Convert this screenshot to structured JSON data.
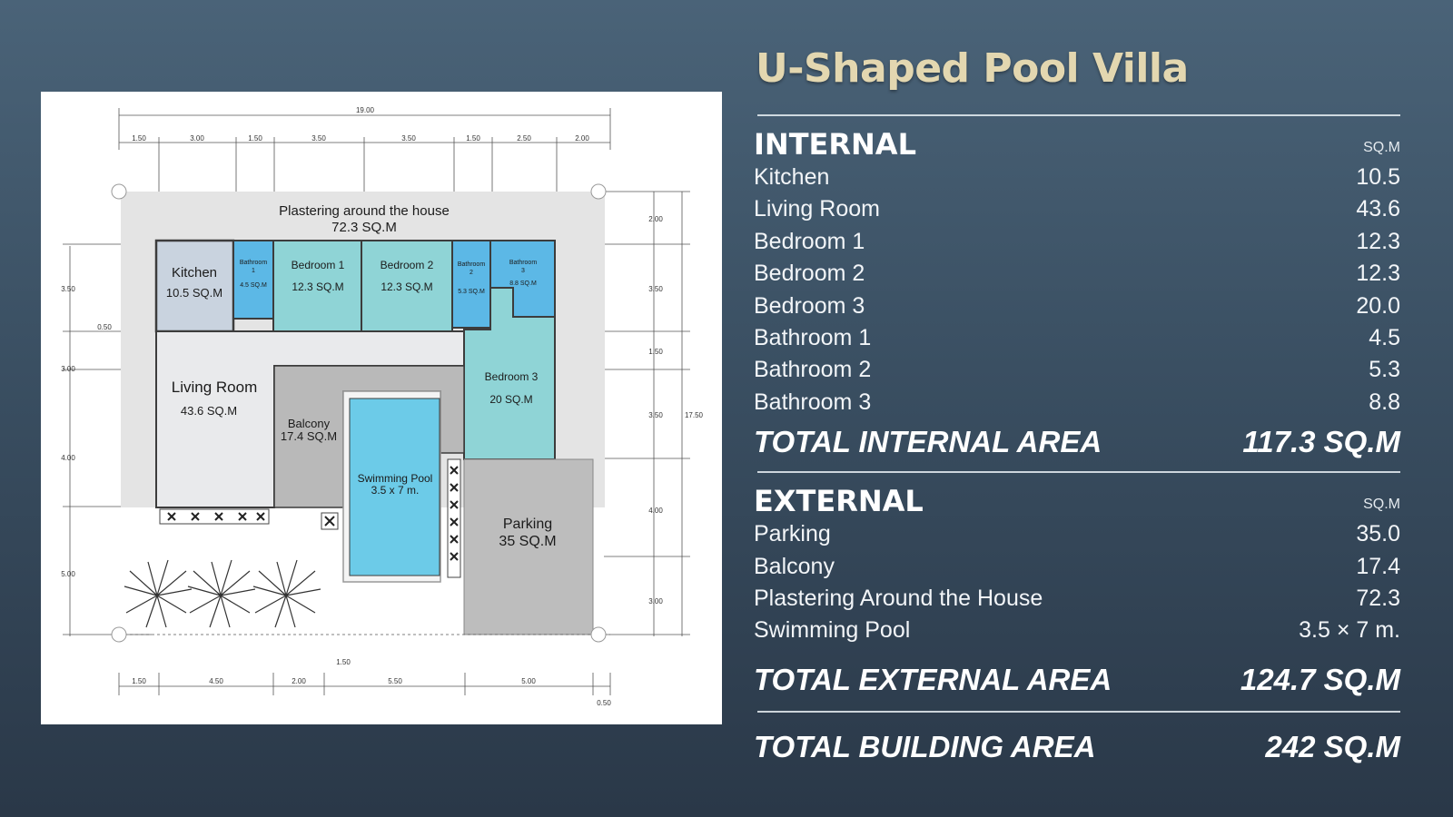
{
  "title": "U-Shaped Pool Villa",
  "internal": {
    "heading": "INTERNAL",
    "unit": "SQ.M",
    "rows": [
      {
        "label": "Kitchen",
        "value": "10.5"
      },
      {
        "label": "Living Room",
        "value": "43.6"
      },
      {
        "label": "Bedroom 1",
        "value": "12.3"
      },
      {
        "label": "Bedroom 2",
        "value": "12.3"
      },
      {
        "label": "Bedroom 3",
        "value": "20.0"
      },
      {
        "label": "Bathroom 1",
        "value": "4.5"
      },
      {
        "label": "Bathroom 2",
        "value": "5.3"
      },
      {
        "label": "Bathroom 3",
        "value": "8.8"
      }
    ],
    "total_label": "TOTAL INTERNAL AREA",
    "total_value": "117.3 SQ.M"
  },
  "external": {
    "heading": "EXTERNAL",
    "unit": "SQ.M",
    "rows": [
      {
        "label": "Parking",
        "value": "35.0"
      },
      {
        "label": "Balcony",
        "value": "17.4"
      },
      {
        "label": "Plastering Around the House",
        "value": "72.3"
      },
      {
        "label": "Swimming Pool",
        "value": "3.5 × 7 m."
      }
    ],
    "total_label": "TOTAL EXTERNAL AREA",
    "total_value": "124.7 SQ.M"
  },
  "building": {
    "total_label": "TOTAL BUILDING AREA",
    "total_value": "242 SQ.M"
  },
  "plan": {
    "plastering": {
      "name": "Plastering around the house",
      "area": "72.3  SQ.M"
    },
    "kitchen": {
      "name": "Kitchen",
      "area": "10.5 SQ.M"
    },
    "bath1": {
      "name": "Bathroom",
      "num": "1",
      "area": "4.5 SQ.M"
    },
    "bed1": {
      "name": "Bedroom 1",
      "area": "12.3 SQ.M"
    },
    "bed2": {
      "name": "Bedroom 2",
      "area": "12.3 SQ.M"
    },
    "bath2": {
      "name": "Bathroom",
      "num": "2",
      "area": "5.3 SQ.M"
    },
    "bath3": {
      "name": "Bathroom",
      "num": "3",
      "area": "8.8 SQ.M"
    },
    "living": {
      "name": "Living Room",
      "area": "43.6 SQ.M"
    },
    "bed3": {
      "name": "Bedroom 3",
      "area": "20  SQ.M"
    },
    "balcony": {
      "name": "Balcony",
      "area": "17.4 SQ.M"
    },
    "pool": {
      "name": "Swimming Pool",
      "size": "3.5 x 7 m."
    },
    "parking": {
      "name": "Parking",
      "area": "35 SQ.M"
    },
    "dims": {
      "overall_top": "19.00",
      "top": [
        "1.50",
        "3.00",
        "1.50",
        "3.50",
        "3.50",
        "1.50",
        "2.50",
        "2.00"
      ],
      "bottom": [
        "1.50",
        "4.50",
        "2.00",
        "5.50",
        "5.00"
      ],
      "bottom_inner": "1.50",
      "bottom_corner": "0.50",
      "left": [
        "3.50",
        "0.50",
        "3.00",
        "4.00",
        "5.00"
      ],
      "right": [
        "2.00",
        "3.50",
        "1.50",
        "3.50",
        "4.00",
        "3.00"
      ],
      "overall_right": "17.50"
    }
  },
  "colors": {
    "title": "#e3d7b0",
    "bedroom": "#8fd4d6",
    "bathroom": "#5cb8e6",
    "kitchen": "#c9d3df",
    "pool": "#6ccbe8",
    "paving": "#bdbdbd"
  }
}
